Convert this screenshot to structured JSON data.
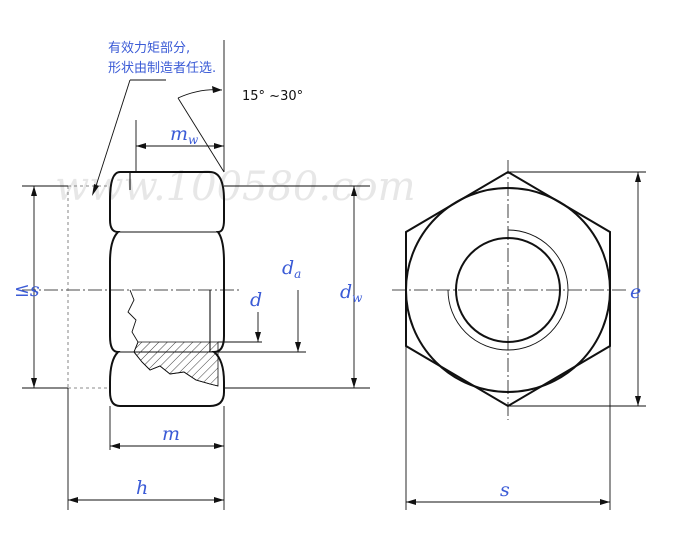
{
  "note": {
    "line1": "有效力矩部分,",
    "line2": "形状由制造者任选."
  },
  "angle_label": "15° ~30°",
  "watermark": "www.100580.com",
  "dims": {
    "mw": "m",
    "mw_sub": "w",
    "s_left": "≤s",
    "da": "d",
    "da_sub": "a",
    "d": "d",
    "dw": "d",
    "dw_sub": "w",
    "e": "e",
    "m": "m",
    "h": "h",
    "s_bottom": "s"
  }
}
